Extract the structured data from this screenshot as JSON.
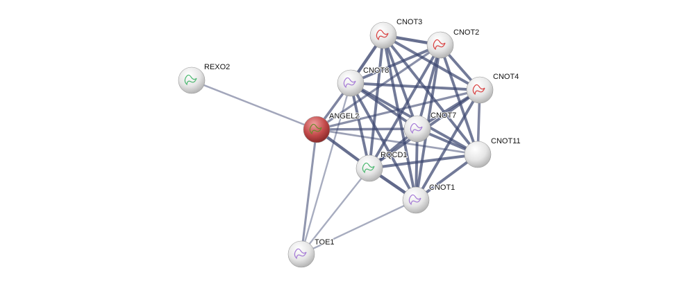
{
  "nodes": [
    {
      "id": "REXO2",
      "label": "REXO2",
      "color": "#e8e8e8",
      "icon": "protein-structure-rainbow"
    },
    {
      "id": "ANGEL2",
      "label": "ANGEL2",
      "color": "#c24a4a",
      "icon": "protein-structure-query"
    },
    {
      "id": "CNOT3",
      "label": "CNOT3",
      "color": "#e8e8e8",
      "icon": "protein-structure-red"
    },
    {
      "id": "CNOT2",
      "label": "CNOT2",
      "color": "#e8e8e8",
      "icon": "protein-structure-red"
    },
    {
      "id": "CNOT8",
      "label": "CNOT8",
      "color": "#e8e8e8",
      "icon": "protein-structure-purple"
    },
    {
      "id": "CNOT4",
      "label": "CNOT4",
      "color": "#e8e8e8",
      "icon": "protein-structure-red"
    },
    {
      "id": "CNOT7",
      "label": "CNOT7",
      "color": "#e8e8e8",
      "icon": "protein-structure-purple"
    },
    {
      "id": "CNOT11",
      "label": "CNOT11",
      "color": "#e8e8e8",
      "icon": "none"
    },
    {
      "id": "RQCD1",
      "label": "RQCD1",
      "color": "#e8e8e8",
      "icon": "protein-structure-rainbow"
    },
    {
      "id": "CNOT1",
      "label": "CNOT1",
      "color": "#e8e8e8",
      "icon": "protein-structure-purple"
    },
    {
      "id": "TOE1",
      "label": "TOE1",
      "color": "#e8e8e8",
      "icon": "protein-structure-purple"
    }
  ],
  "edges": [
    [
      "REXO2",
      "ANGEL2",
      0.3
    ],
    [
      "ANGEL2",
      "CNOT8",
      0.6
    ],
    [
      "ANGEL2",
      "CNOT2",
      0.5
    ],
    [
      "ANGEL2",
      "CNOT4",
      0.5
    ],
    [
      "ANGEL2",
      "CNOT7",
      0.6
    ],
    [
      "ANGEL2",
      "CNOT11",
      0.35
    ],
    [
      "ANGEL2",
      "RQCD1",
      0.8
    ],
    [
      "ANGEL2",
      "TOE1",
      0.45
    ],
    [
      "TOE1",
      "CNOT8",
      0.25
    ],
    [
      "TOE1",
      "RQCD1",
      0.25
    ],
    [
      "TOE1",
      "CNOT1",
      0.25
    ],
    [
      "CNOT3",
      "CNOT2",
      0.8
    ],
    [
      "CNOT3",
      "CNOT8",
      0.8
    ],
    [
      "CNOT3",
      "CNOT4",
      0.7
    ],
    [
      "CNOT3",
      "CNOT7",
      0.7
    ],
    [
      "CNOT3",
      "CNOT11",
      0.7
    ],
    [
      "CNOT3",
      "RQCD1",
      0.7
    ],
    [
      "CNOT3",
      "CNOT1",
      0.7
    ],
    [
      "CNOT2",
      "CNOT8",
      0.7
    ],
    [
      "CNOT2",
      "CNOT4",
      0.7
    ],
    [
      "CNOT2",
      "CNOT7",
      0.7
    ],
    [
      "CNOT2",
      "CNOT11",
      0.7
    ],
    [
      "CNOT2",
      "RQCD1",
      0.7
    ],
    [
      "CNOT2",
      "CNOT1",
      0.7
    ],
    [
      "CNOT8",
      "CNOT4",
      0.7
    ],
    [
      "CNOT8",
      "CNOT7",
      0.7
    ],
    [
      "CNOT8",
      "CNOT11",
      0.7
    ],
    [
      "CNOT8",
      "RQCD1",
      0.7
    ],
    [
      "CNOT8",
      "CNOT1",
      0.7
    ],
    [
      "CNOT4",
      "CNOT7",
      0.7
    ],
    [
      "CNOT4",
      "CNOT11",
      0.6
    ],
    [
      "CNOT4",
      "RQCD1",
      0.7
    ],
    [
      "CNOT4",
      "CNOT1",
      0.7
    ],
    [
      "CNOT7",
      "CNOT11",
      0.7
    ],
    [
      "CNOT7",
      "RQCD1",
      0.7
    ],
    [
      "CNOT7",
      "CNOT1",
      0.7
    ],
    [
      "CNOT11",
      "RQCD1",
      0.7
    ],
    [
      "CNOT11",
      "CNOT1",
      0.7
    ],
    [
      "RQCD1",
      "CNOT1",
      0.85
    ]
  ],
  "colors": {
    "edge": "#3c4670",
    "background": "#ffffff"
  }
}
